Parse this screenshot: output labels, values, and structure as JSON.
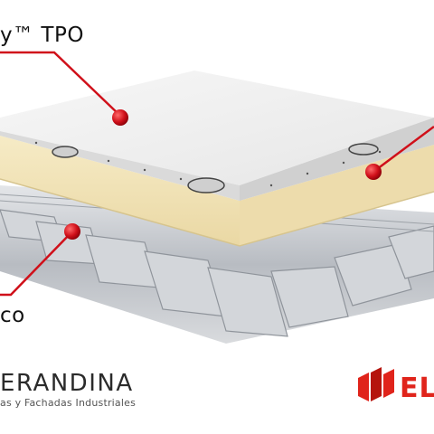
{
  "labels": {
    "membrane": "y™  TPO",
    "deck": "co"
  },
  "logos": {
    "left_name": "ERANDINA",
    "left_tagline": "as y Fachadas Industriales",
    "right_name": "EL"
  },
  "colors": {
    "callout_red": "#d0101a",
    "membrane": "#f2f2f2",
    "insulation": "#f3e6bc",
    "steel": "#c9ccd1",
    "brand_red": "#e0241b"
  },
  "icons": [
    "callout-dot-icon",
    "brand-logo-icon"
  ]
}
